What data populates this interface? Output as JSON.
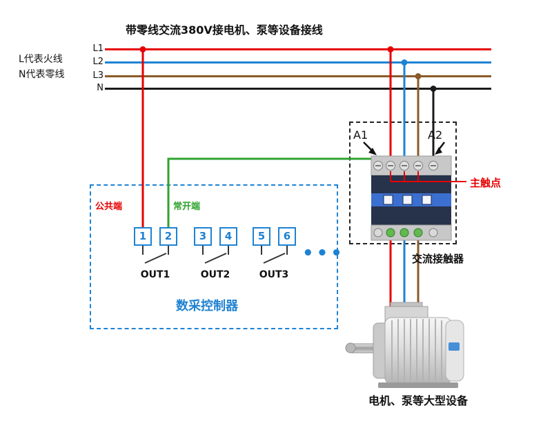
{
  "title": "带零线交流380V接电机、泵等设备接线",
  "legend": {
    "live": "L代表火线",
    "neutral": "N代表零线"
  },
  "power_lines": {
    "l1": "L1",
    "l2": "L2",
    "l3": "L3",
    "n": "N"
  },
  "contactor": {
    "terminal_a1": "A1",
    "terminal_a2": "A2",
    "main_contact_label": "主触点",
    "name": "交流接触器"
  },
  "controller": {
    "common_label": "公共端",
    "normally_open_label": "常开端",
    "terminals": [
      "1",
      "2",
      "3",
      "4",
      "5",
      "6"
    ],
    "outputs": [
      "OUT1",
      "OUT2",
      "OUT3"
    ],
    "ellipsis": "•••",
    "name": "数采控制器"
  },
  "motor_label": "电机、泵等大型设备",
  "colors": {
    "red": "#e60000",
    "blue": "#1e82d2",
    "brown": "#8a5a28",
    "black": "#1a1a1a",
    "green": "#2fa32f"
  }
}
